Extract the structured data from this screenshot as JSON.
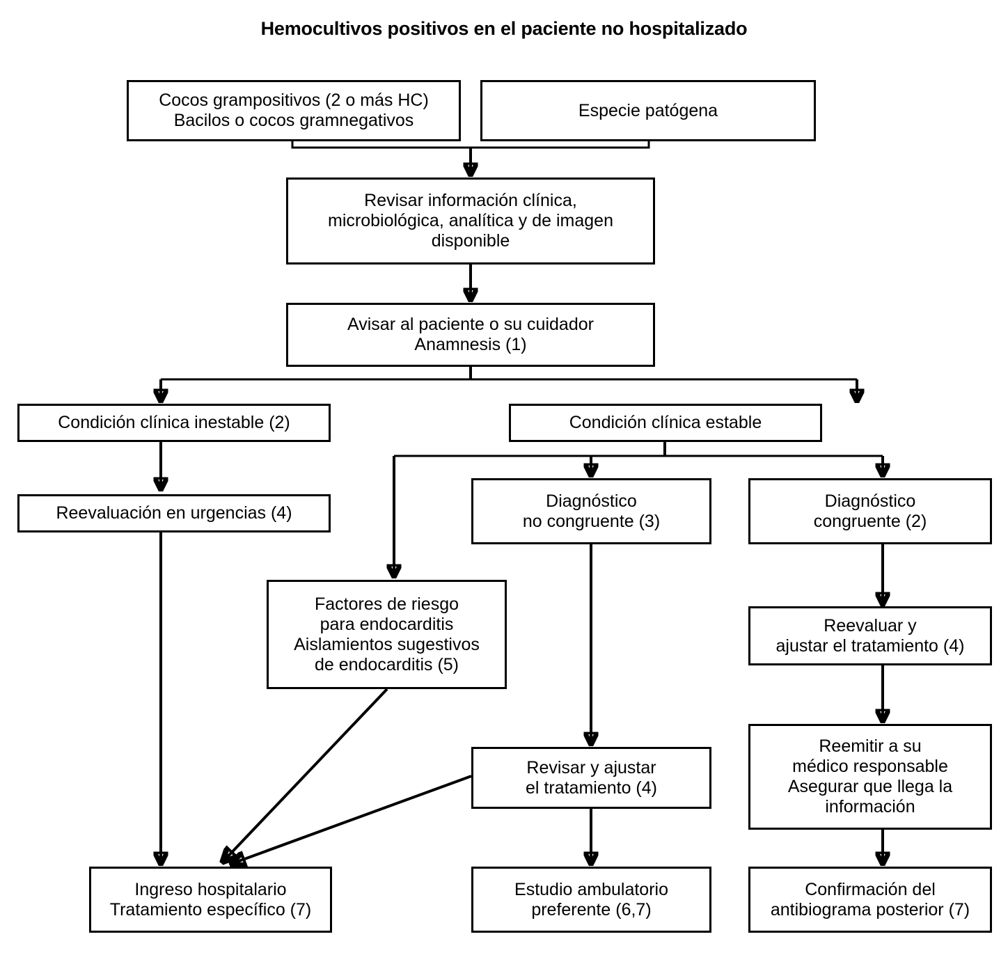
{
  "title": "Hemocultivos positivos en el paciente no hospitalizado",
  "chart_data": {
    "type": "flowchart",
    "title": "Hemocultivos positivos en el paciente no hospitalizado",
    "orientation": "top-down",
    "nodes": [
      {
        "id": "gram",
        "label": "Cocos grampositivos (2 o más HC)\nBacilos o cocos gramnegativos"
      },
      {
        "id": "especie",
        "label": "Especie patógena"
      },
      {
        "id": "revisar_info",
        "label": "Revisar información clínica,\nmicrobiológica, analítica y de imagen\ndisponible"
      },
      {
        "id": "avisar",
        "label": "Avisar al paciente o su cuidador\nAnamnesis (1)"
      },
      {
        "id": "inestable",
        "label": "Condición clínica inestable (2)"
      },
      {
        "id": "estable",
        "label": "Condición clínica estable"
      },
      {
        "id": "reevaluacion_urgencias",
        "label": "Reevaluación en urgencias (4)"
      },
      {
        "id": "no_congruente",
        "label": "Diagnóstico\nno congruente (3)"
      },
      {
        "id": "congruente",
        "label": "Diagnóstico\ncongruente (2)"
      },
      {
        "id": "endocarditis",
        "label": "Factores de riesgo\npara endocarditis\nAislamientos sugestivos\nde endocarditis (5)"
      },
      {
        "id": "reevaluar_ajustar",
        "label": "Reevaluar y\najustar el tratamiento (4)"
      },
      {
        "id": "revisar_ajustar",
        "label": "Revisar y ajustar\nel tratamiento (4)"
      },
      {
        "id": "reemitir",
        "label": "Reemitir a su\nmédico responsable\nAsegurar que llega la\ninformación"
      },
      {
        "id": "ingreso",
        "label": "Ingreso hospitalario\nTratamiento específico (7)"
      },
      {
        "id": "ambulatorio",
        "label": "Estudio ambulatorio\npreferente (6,7)"
      },
      {
        "id": "antibiograma",
        "label": "Confirmación del\nantibiograma posterior (7)"
      }
    ],
    "edges": [
      {
        "from": "gram",
        "to": "revisar_info"
      },
      {
        "from": "especie",
        "to": "revisar_info"
      },
      {
        "from": "revisar_info",
        "to": "avisar"
      },
      {
        "from": "avisar",
        "to": "inestable"
      },
      {
        "from": "avisar",
        "to": "estable"
      },
      {
        "from": "inestable",
        "to": "reevaluacion_urgencias"
      },
      {
        "from": "reevaluacion_urgencias",
        "to": "ingreso"
      },
      {
        "from": "estable",
        "to": "endocarditis"
      },
      {
        "from": "estable",
        "to": "no_congruente"
      },
      {
        "from": "estable",
        "to": "congruente"
      },
      {
        "from": "endocarditis",
        "to": "ingreso"
      },
      {
        "from": "no_congruente",
        "to": "revisar_ajustar"
      },
      {
        "from": "revisar_ajustar",
        "to": "ingreso"
      },
      {
        "from": "revisar_ajustar",
        "to": "ambulatorio"
      },
      {
        "from": "congruente",
        "to": "reevaluar_ajustar"
      },
      {
        "from": "reevaluar_ajustar",
        "to": "reemitir"
      },
      {
        "from": "reemitir",
        "to": "antibiograma"
      }
    ],
    "colors": {
      "box_border": "#000000",
      "box_fill": "#ffffff",
      "edge": "#000000",
      "text": "#000000"
    }
  }
}
